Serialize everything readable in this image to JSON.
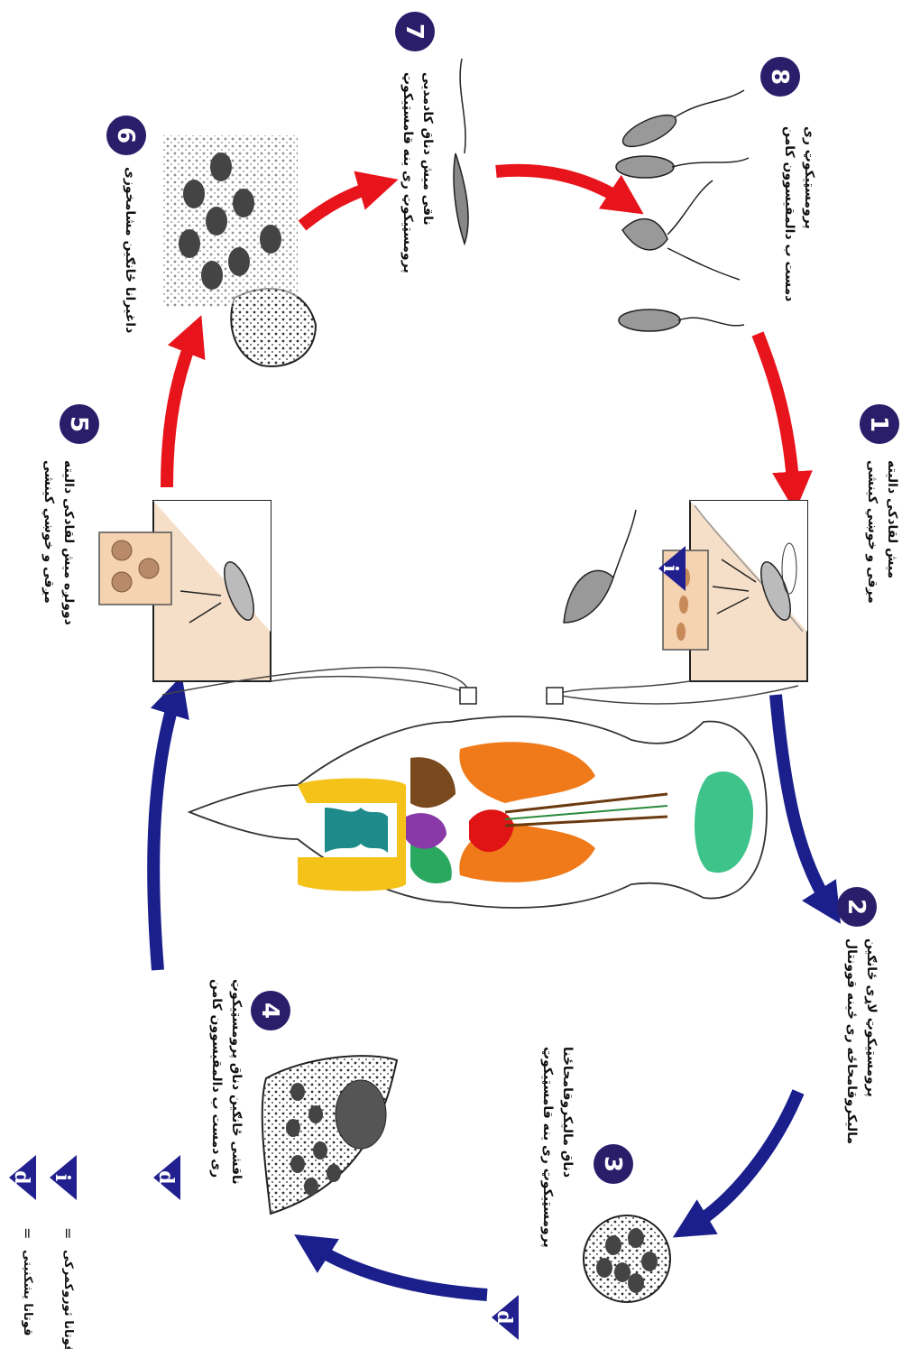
{
  "colors": {
    "mosquito_arrow": "#e8141b",
    "human_arrow": "#1a1f8c",
    "step_badge": "#2a1e6b",
    "stage_triangle": "#22208f",
    "skin_fill": "#f6dfc8",
    "lung": "#f07a1a",
    "heart": "#e01414",
    "liver": "#7a4a1f",
    "spleen": "#2aa860",
    "intestine_small": "#1e8a8a",
    "intestine_large": "#f5c21a",
    "stomach": "#8a3aa8",
    "brain": "#3ec48a"
  },
  "steps": [
    {
      "number": "1",
      "label_line1": "میش لقادکی دالیته",
      "label_line2": "مږقی و خوښي کینشی"
    },
    {
      "number": "2",
      "label_line1": "پرومسټیکوټ لاړی ځانګین",
      "label_line2": "مالیکروقامحاځه ری ځینه قوونتال"
    },
    {
      "number": "3",
      "label_line1": "دناق مالیکروقامحاځنا",
      "label_line2": "پرومسټیکوټ ری ینه قامسټیکوټ"
    },
    {
      "number": "4",
      "label_line1": "ناقشی ځانګین دناق پرومسټیکوټ",
      "label_line2": "ری دمست ب دالمقیسوون کامن"
    },
    {
      "number": "5",
      "label_line1": "دوولږه میش لقادکی دالیته",
      "label_line2": "مږقی و خوښي کینشی"
    },
    {
      "number": "6",
      "label_line1": "داغیرانا ځانګین مشامخوزی",
      "label_line2": ""
    },
    {
      "number": "7",
      "label_line1": "ناقی میش دناق کادمدیی",
      "label_line2": "پرومسټیکوټ ری ینه قامسټیکوټ"
    },
    {
      "number": "8",
      "label_line1": "پرومسټیکوټ ری",
      "label_line2": "دمست ب دالمقیسوون کامن"
    }
  ],
  "legend": {
    "infective_symbol": "i",
    "infective_label": "قوتانا ثوروکمرکی",
    "diagnostic_symbol": "d",
    "diagnostic_label": "قوتانا یشکنیتی",
    "equals": "="
  }
}
